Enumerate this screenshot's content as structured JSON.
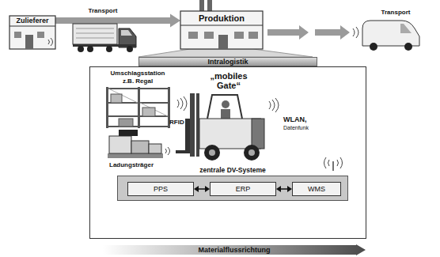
{
  "diagram": {
    "nodes": [
      {
        "text": [
          "Zulieferer"
        ]
      },
      {
        "text": [
          "Produktion"
        ]
      },
      {
        "text": [
          "Intralogistik"
        ]
      },
      {
        "text": [
          "zentrale DV-Systeme"
        ],
        "in": 2
      },
      {
        "text": [
          "PPS"
        ],
        "in": 3
      },
      {
        "text": [
          "ERP"
        ],
        "in": 3
      },
      {
        "text": [
          "WMS"
        ],
        "in": 3
      },
      {
        "text": [
          "Materialflussrichtung"
        ]
      }
    ],
    "edges": [
      {
        "from": 0,
        "to": 1,
        "arrow": "to"
      },
      {
        "from": 4,
        "to": 5,
        "arrow": "both"
      },
      {
        "from": 5,
        "to": 6,
        "arrow": "both"
      }
    ],
    "labels": [
      "Transport",
      "Transport",
      "Umschlagsstation z.B. Regal",
      "„mobiles Gate“",
      "RFID",
      "WLAN,",
      "Datenfunk",
      "Ladungsträger"
    ]
  }
}
